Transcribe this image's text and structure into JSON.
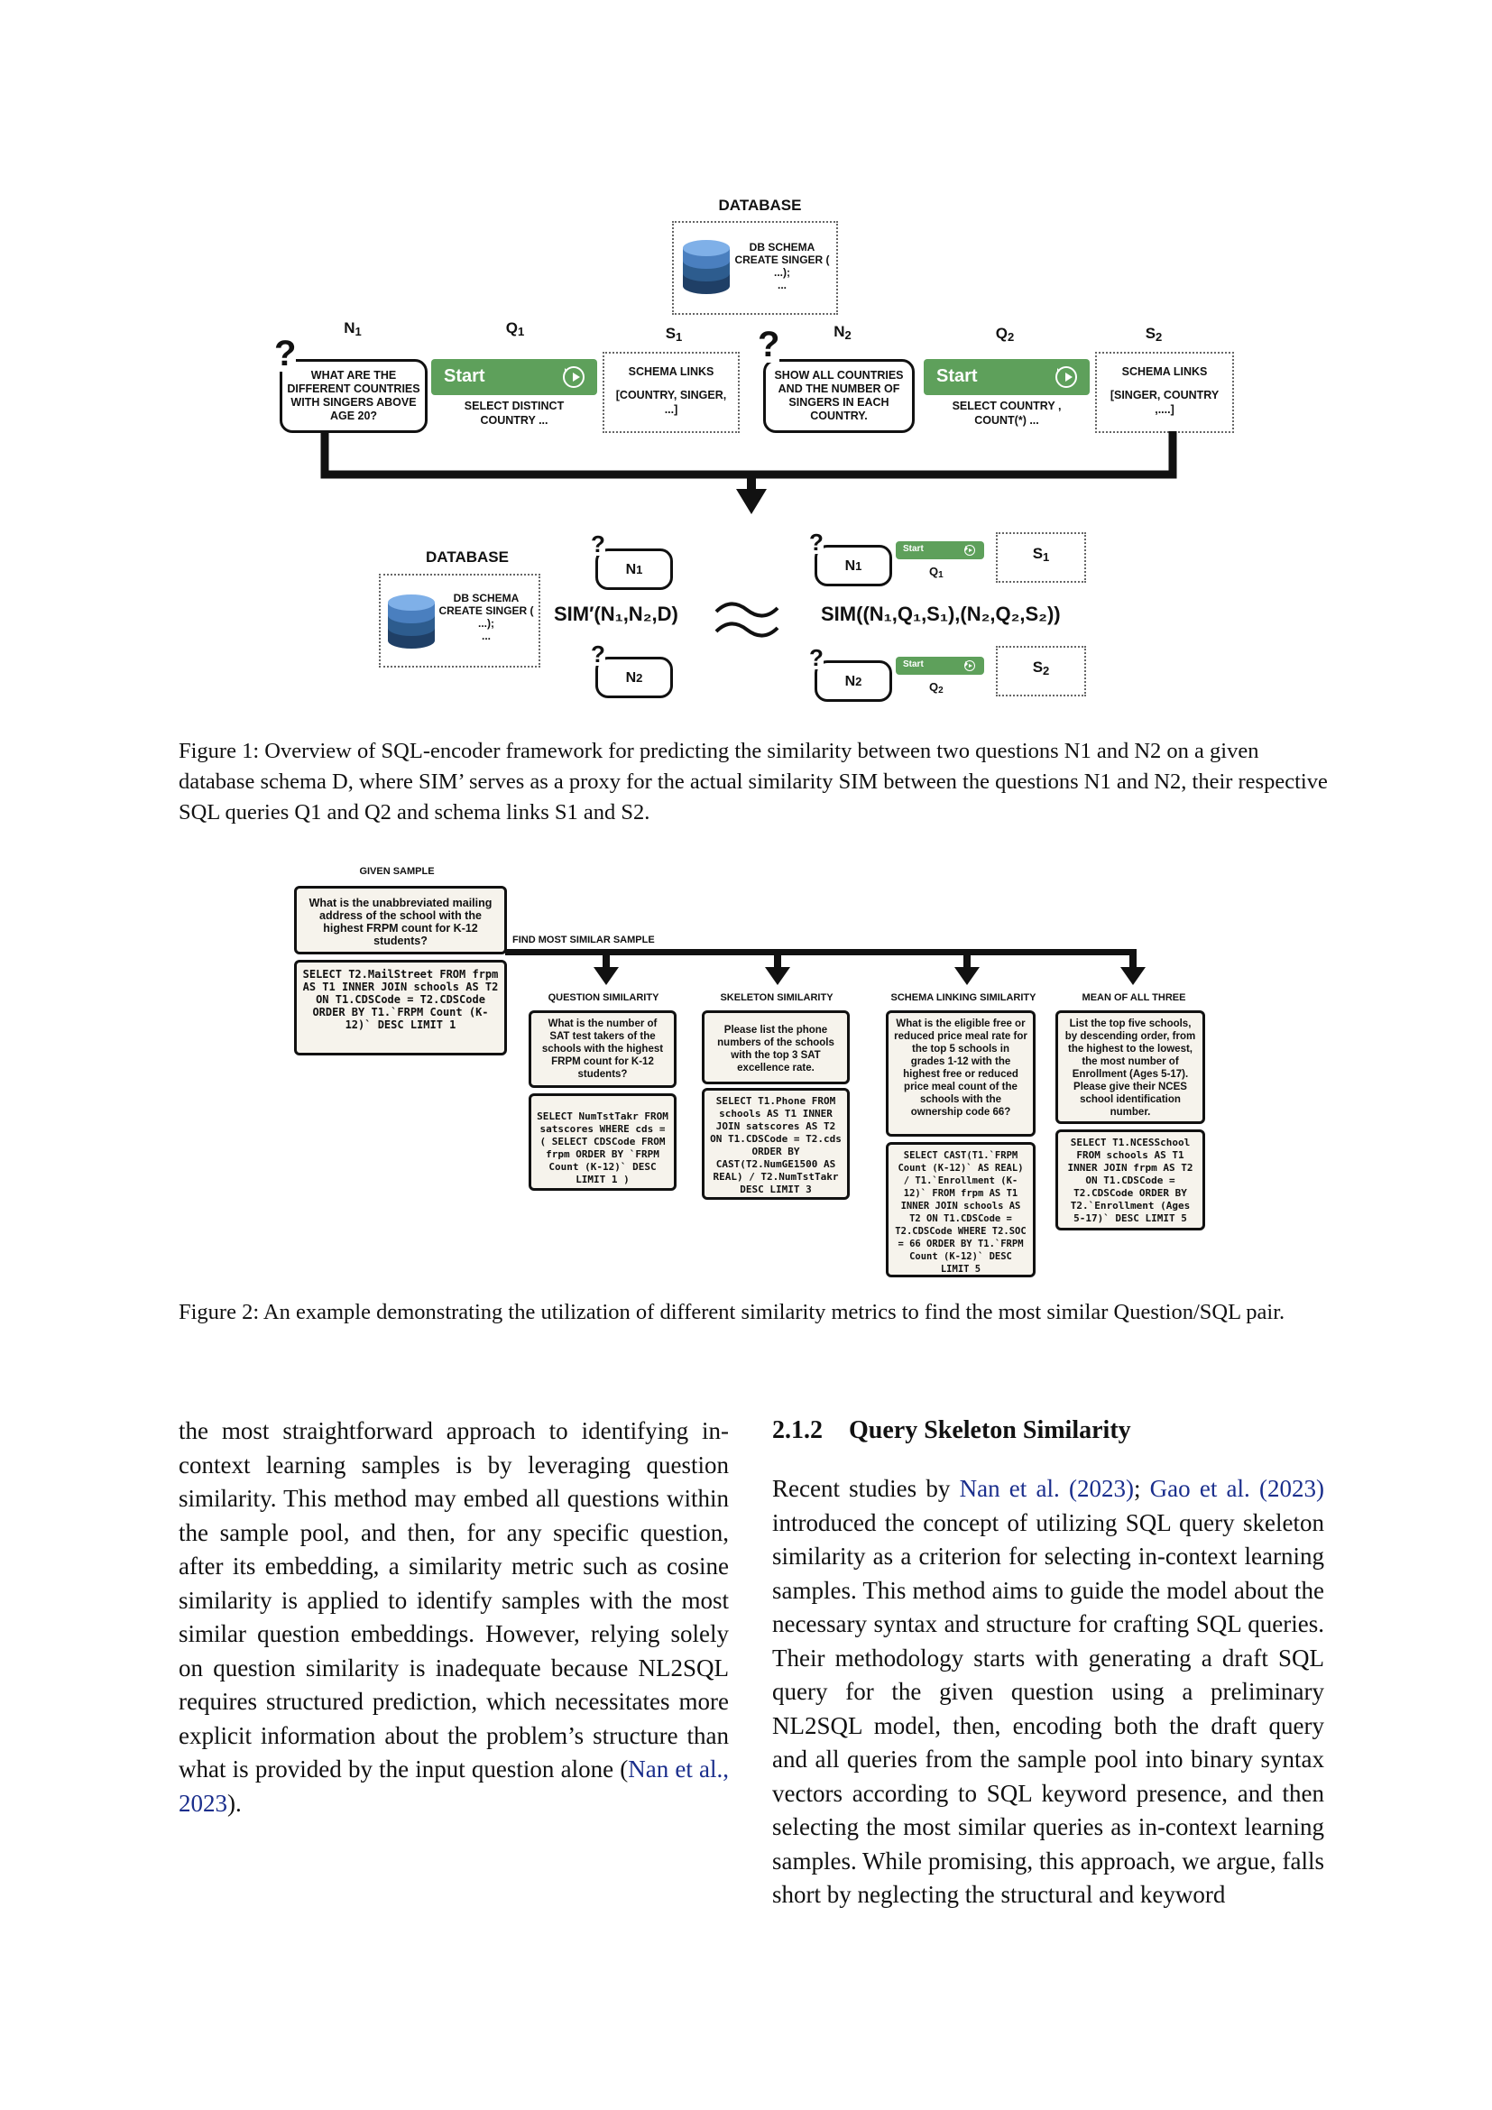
{
  "figure1": {
    "database_label": "DATABASE",
    "db_schema_lines": [
      "DB SCHEMA",
      "CREATE SINGER (",
      "...);",
      "..."
    ],
    "n1": "N",
    "q1": "Q",
    "s1": "S",
    "n2": "N",
    "q2": "Q",
    "s2": "S",
    "sub1": "1",
    "sub2": "2",
    "question_mark": "?",
    "question1": "WHAT ARE THE DIFFERENT COUNTRIES WITH SINGERS ABOVE AGE 20?",
    "question2": "SHOW ALL COUNTRIES AND THE NUMBER OF SINGERS IN EACH COUNTRY.",
    "start_label": "Start",
    "sql1": "SELECT DISTINCT COUNTRY ...",
    "sql2": "SELECT COUNTRY , COUNT(*) ...",
    "schema_links_label": "SCHEMA LINKS",
    "schema1": "[COUNTRY, SINGER, ...]",
    "schema2": "[SINGER, COUNTRY ,....]",
    "sim_prime": "SIM′(N₁,N₂,D)",
    "sim": "SIM((N₁,Q₁,S₁),(N₂,Q₂,S₂))",
    "caption": "Figure 1: Overview of SQL-encoder framework for predicting the similarity between two questions N1 and N2 on a given database schema D, where SIM’ serves as a proxy for the actual similarity SIM between the questions N1 and N2, their respective SQL queries Q1 and Q2 and schema links S1 and S2."
  },
  "figure2": {
    "given_sample_label": "GIVEN SAMPLE",
    "find_label": "FIND MOST SIMILAR SAMPLE",
    "given_question": "What is the unabbreviated mailing address of the school with the highest FRPM count for K-12 students?",
    "given_sql": "SELECT T2.MailStreet FROM frpm AS T1 INNER JOIN schools AS T2 ON T1.CDSCode = T2.CDSCode ORDER BY T1.`FRPM Count (K-12)` DESC LIMIT 1",
    "columns": [
      {
        "label": "QUESTION SIMILARITY",
        "question": "What is the number of SAT test takers of the schools with the highest FRPM count for K-12 students?",
        "sql": "SELECT NumTstTakr FROM satscores WHERE cds = ( SELECT CDSCode FROM frpm ORDER BY `FRPM Count (K-12)` DESC LIMIT 1 )"
      },
      {
        "label": "SKELETON SIMILARITY",
        "question": "Please list the phone numbers of the schools with the top 3 SAT excellence rate.",
        "sql": "SELECT T1.Phone FROM schools AS T1 INNER JOIN satscores AS T2 ON T1.CDSCode = T2.cds ORDER BY CAST(T2.NumGE1500 AS REAL) / T2.NumTstTakr DESC LIMIT 3"
      },
      {
        "label": "SCHEMA LINKING SIMILARITY",
        "question": "What is the eligible free or reduced price meal rate for the top 5 schools in grades 1-12 with the highest free or reduced price meal count of the schools with the ownership code 66?",
        "sql": "SELECT CAST(T1.`FRPM Count (K-12)` AS REAL) / T1.`Enrollment (K-12)` FROM frpm AS T1 INNER JOIN schools AS T2 ON T1.CDSCode = T2.CDSCode WHERE T2.SOC = 66 ORDER BY T1.`FRPM Count (K-12)` DESC LIMIT 5"
      },
      {
        "label": "MEAN OF ALL THREE",
        "question": "List the top five schools, by descending order, from the highest to the lowest, the most number of Enrollment (Ages 5-17). Please give their NCES school identification number.",
        "sql": "SELECT T1.NCESSchool FROM schools AS T1 INNER JOIN frpm AS T2 ON T1.CDSCode = T2.CDSCode ORDER BY T2.`Enrollment (Ages 5-17)` DESC LIMIT 5"
      }
    ],
    "caption": "Figure 2: An example demonstrating the utilization of different similarity metrics to find the most similar Question/SQL pair."
  },
  "left_column": {
    "text": "the most straightforward approach to identifying in-context learning samples is by leveraging question similarity. This method may embed all questions within the sample pool, and then, for any specific question, after its embedding, a similarity metric such as cosine similarity is applied to identify samples with the most similar question embeddings. However, relying solely on question similarity is inadequate because NL2SQL requires structured prediction, which necessitates more explicit information about the problem’s structure than what is provided by the input question alone (",
    "cite": "Nan et al., 2023",
    "end": ")."
  },
  "right_column": {
    "section_number": "2.1.2",
    "section_title": "Query Skeleton Similarity",
    "text_start": "Recent studies by ",
    "cite1": "Nan et al. (2023)",
    "sep": "; ",
    "cite2": "Gao et al. (2023)",
    "text_rest": " introduced the concept of utilizing SQL query skeleton similarity as a criterion for selecting in-context learning samples. This method aims to guide the model about the necessary syntax and structure for crafting SQL queries. Their methodology starts with generating a draft SQL query for the given question using a preliminary NL2SQL model, then, encoding both the draft query and all queries from the sample pool into binary syntax vectors according to SQL keyword presence, and then selecting the most similar queries as in-context learning samples. While promising, this approach, we argue, falls short by neglecting the structural and keyword"
  }
}
